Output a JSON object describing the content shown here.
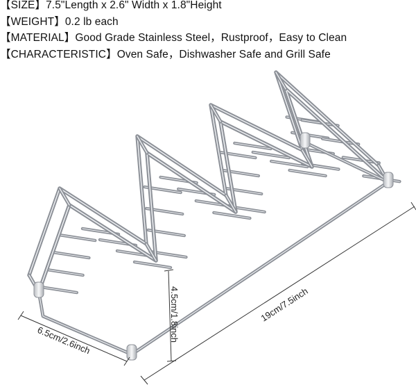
{
  "specs": [
    {
      "key": "SIZE",
      "value": "7.5\"Length x 2.6\" Width x 1.8\"Height"
    },
    {
      "key": "WEIGHT",
      "value": "0.2 lb each"
    },
    {
      "key": "MATERIAL",
      "value": "Good Grade Stainless Steel，Rustproof，Easy to Clean"
    },
    {
      "key": "CHARACTERISTIC",
      "value": "Oven Safe，Dishwasher Safe and Grill Safe"
    }
  ],
  "brackets": {
    "open": "【",
    "close": "】"
  },
  "dimensions": {
    "length": "19cm/7.5inch",
    "height": "4.5cm/1.8inch",
    "width": "6.5cm/2.6inch"
  },
  "colors": {
    "steel_dark": "#8c9097",
    "steel_light": "#eef0f3",
    "text": "#111111"
  }
}
